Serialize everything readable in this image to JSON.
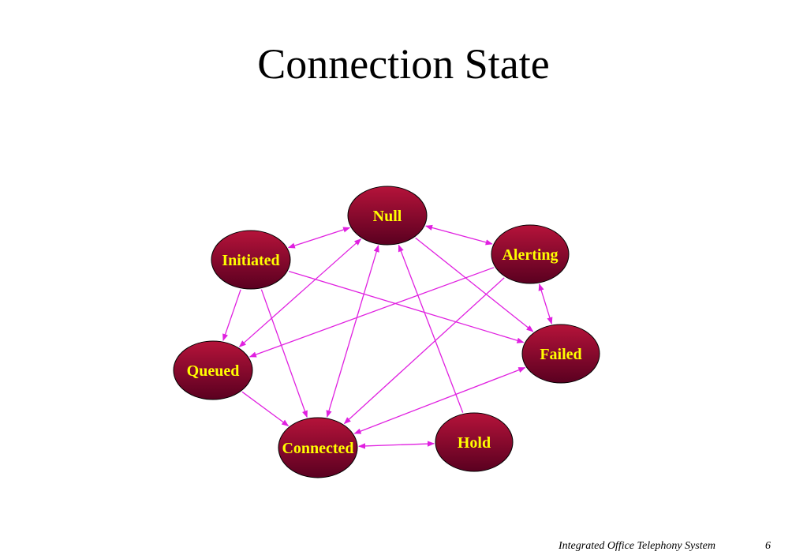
{
  "slide": {
    "title": "Connection State",
    "footer": "Integrated Office Telephony System",
    "page_number": "6"
  },
  "colors": {
    "node_fill_top": "#b5133a",
    "node_fill_bottom": "#5a0020",
    "node_text": "#ffff00",
    "arrow": "#e020e0"
  },
  "diagram": {
    "states": [
      {
        "id": "null",
        "label": "Null"
      },
      {
        "id": "initiated",
        "label": "Initiated"
      },
      {
        "id": "alerting",
        "label": "Alerting"
      },
      {
        "id": "queued",
        "label": "Queued"
      },
      {
        "id": "failed",
        "label": "Failed"
      },
      {
        "id": "connected",
        "label": "Connected"
      },
      {
        "id": "hold",
        "label": "Hold"
      }
    ],
    "transitions": [
      {
        "from": "initiated",
        "to": "null",
        "bidirectional": true
      },
      {
        "from": "null",
        "to": "alerting",
        "bidirectional": true
      },
      {
        "from": "alerting",
        "to": "failed",
        "bidirectional": true
      },
      {
        "from": "connected",
        "to": "hold",
        "bidirectional": true
      },
      {
        "from": "initiated",
        "to": "queued",
        "bidirectional": false
      },
      {
        "from": "initiated",
        "to": "connected",
        "bidirectional": false
      },
      {
        "from": "initiated",
        "to": "failed",
        "bidirectional": false
      },
      {
        "from": "queued",
        "to": "null",
        "bidirectional": true
      },
      {
        "from": "alerting",
        "to": "queued",
        "bidirectional": false
      },
      {
        "from": "queued",
        "to": "connected",
        "bidirectional": false
      },
      {
        "from": "null",
        "to": "connected",
        "bidirectional": true
      },
      {
        "from": "null",
        "to": "failed",
        "bidirectional": false
      },
      {
        "from": "hold",
        "to": "null",
        "bidirectional": false
      },
      {
        "from": "alerting",
        "to": "connected",
        "bidirectional": false
      },
      {
        "from": "connected",
        "to": "failed",
        "bidirectional": true
      }
    ]
  }
}
